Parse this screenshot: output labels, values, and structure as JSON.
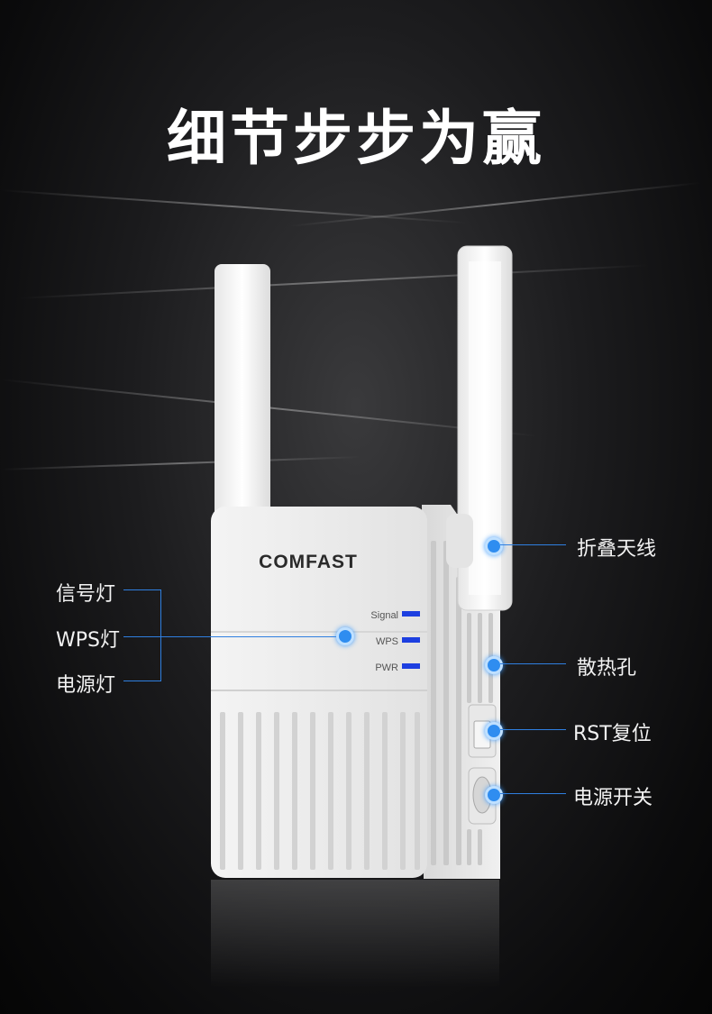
{
  "title": "细节步步为赢",
  "brand": "COMFAST",
  "leds": {
    "signal": "Signal",
    "wps": "WPS",
    "pwr": "PWR"
  },
  "callouts_left": {
    "signal_light": "信号灯",
    "wps_light": "WPS灯",
    "power_light": "电源灯"
  },
  "callouts_right": {
    "antenna": "折叠天线",
    "vent": "散热孔",
    "rst": "RST复位",
    "power_switch": "电源开关"
  },
  "colors": {
    "accent_blue": "#2f7fe0",
    "led_blue": "#1d3fe0",
    "background": "#1c1c1e"
  }
}
